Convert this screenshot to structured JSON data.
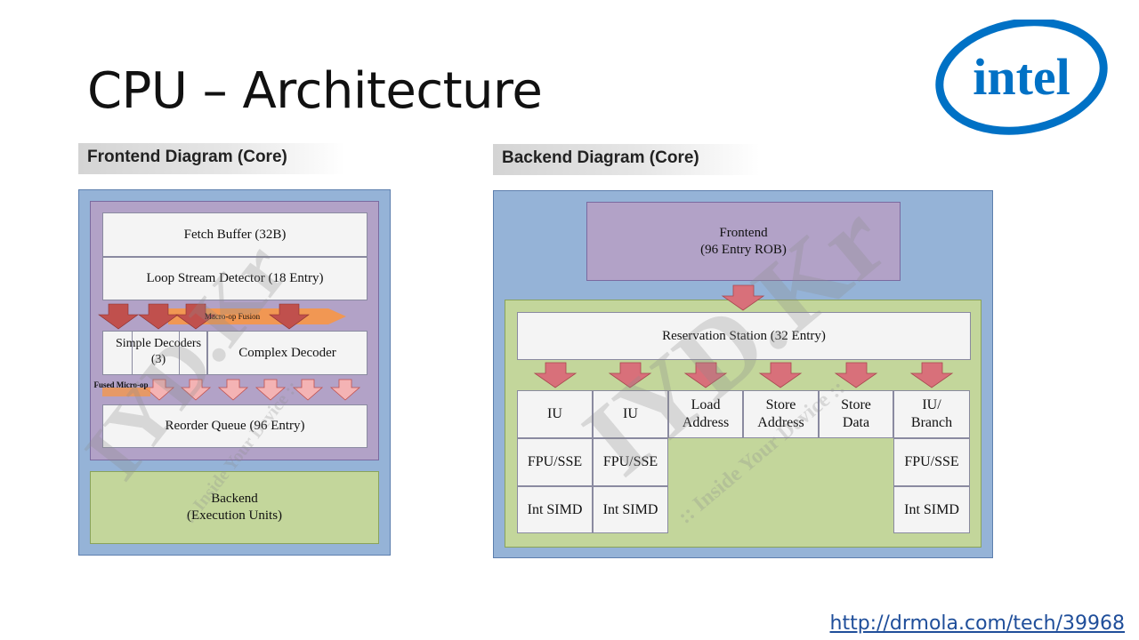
{
  "slide": {
    "title": "CPU – Architecture",
    "logo_text": "intel",
    "link": "http://drmola.com/tech/39968",
    "watermark_big": "IYD.Kr",
    "watermark_small": "::  Inside Your Device  ::"
  },
  "frontend": {
    "label": "Frontend Diagram (Core)",
    "fetch_buffer": "Fetch Buffer (32B)",
    "loop_stream": "Loop Stream Detector (18 Entry)",
    "macro_op_fusion": "Macro-op Fusion",
    "simple_decoders": "Simple Decoders (3)",
    "complex_decoder": "Complex Decoder",
    "fused_micro_op": "Fused Micro-op",
    "reorder_queue": "Reorder Queue (96 Entry)",
    "backend_line1": "Backend",
    "backend_line2": "(Execution Units)"
  },
  "backend": {
    "label": "Backend Diagram (Core)",
    "frontend_line1": "Frontend",
    "frontend_line2": "(96 Entry ROB)",
    "reservation_station": "Reservation Station (32 Entry)",
    "ports": [
      {
        "name": "IU",
        "fpu": "FPU/SSE",
        "simd": "Int SIMD"
      },
      {
        "name": "IU",
        "fpu": "FPU/SSE",
        "simd": "Int SIMD"
      },
      {
        "name": "Load Address"
      },
      {
        "name": "Store Address"
      },
      {
        "name": "Store Data"
      },
      {
        "name": "IU/ Branch",
        "fpu": "FPU/SSE",
        "simd": "Int SIMD"
      }
    ]
  },
  "colors": {
    "outer_blue": "#95b3d7",
    "purple": "#b2a2c7",
    "green": "#c3d69b",
    "arrow_red": "#d8707a",
    "arrow_pink": "#f4b3b4",
    "fusion_orange": "#f79646",
    "intel_blue": "#0071c5"
  }
}
